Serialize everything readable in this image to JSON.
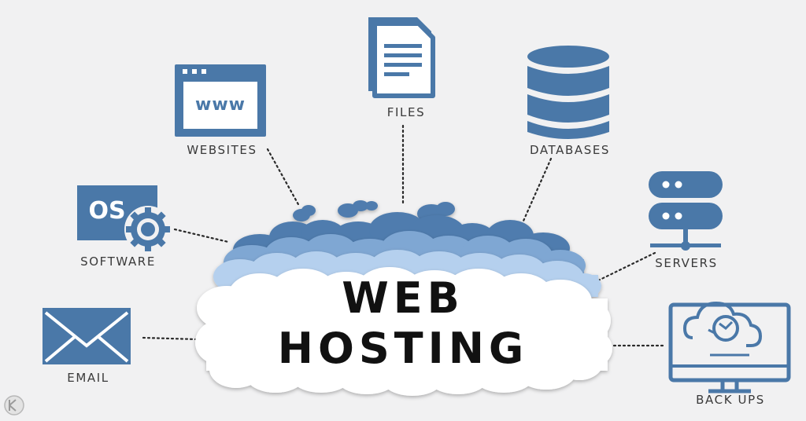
{
  "diagram": {
    "title_line1": "WEB",
    "title_line2": "HOSTING",
    "palette": {
      "icon_blue": "#4a78a8",
      "cloud_dark": "#4f7cae",
      "cloud_mid": "#7fa7d3",
      "cloud_light": "#b5d0ee",
      "cloud_white": "#ffffff",
      "background": "#f1f1f2"
    },
    "nodes": {
      "files": {
        "label": "FILES",
        "icon": "files-icon"
      },
      "websites": {
        "label": "WEBSITES",
        "icon": "browser-window-icon",
        "icon_text": "www"
      },
      "databases": {
        "label": "DATABASES",
        "icon": "database-icon"
      },
      "software": {
        "label": "SOFTWARE",
        "icon": "os-gear-icon",
        "icon_text": "OS"
      },
      "servers": {
        "label": "SERVERS",
        "icon": "server-rack-icon"
      },
      "email": {
        "label": "EMAIL",
        "icon": "envelope-icon"
      },
      "backups": {
        "label": "BACK UPS",
        "icon": "monitor-cloud-backup-icon"
      }
    },
    "watermark_icon": "round-logo-badge-icon"
  }
}
